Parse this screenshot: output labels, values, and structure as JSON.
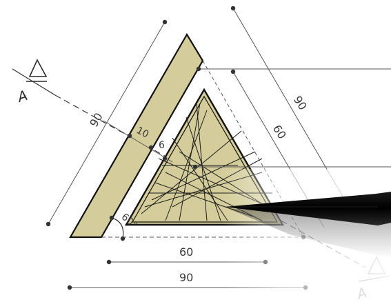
{
  "colors": {
    "fill": "#d4cc9a",
    "stroke": "#111111",
    "dim_line": "#444444",
    "fade_overlay": "#ffffff",
    "pencil": "#050505"
  },
  "section_marker_top": {
    "letter": "A",
    "symbol": "triangle-icon"
  },
  "section_marker_bottom": {
    "letter": "A",
    "symbol": "triangle-icon"
  },
  "dimensions": {
    "slanted_outer": "90",
    "slanted_thickness": "10",
    "slanted_gap": "6",
    "right_outer": "90",
    "right_inner": "60",
    "bottom_inner": "60",
    "bottom_outer": "90",
    "angle_label": "60°"
  }
}
